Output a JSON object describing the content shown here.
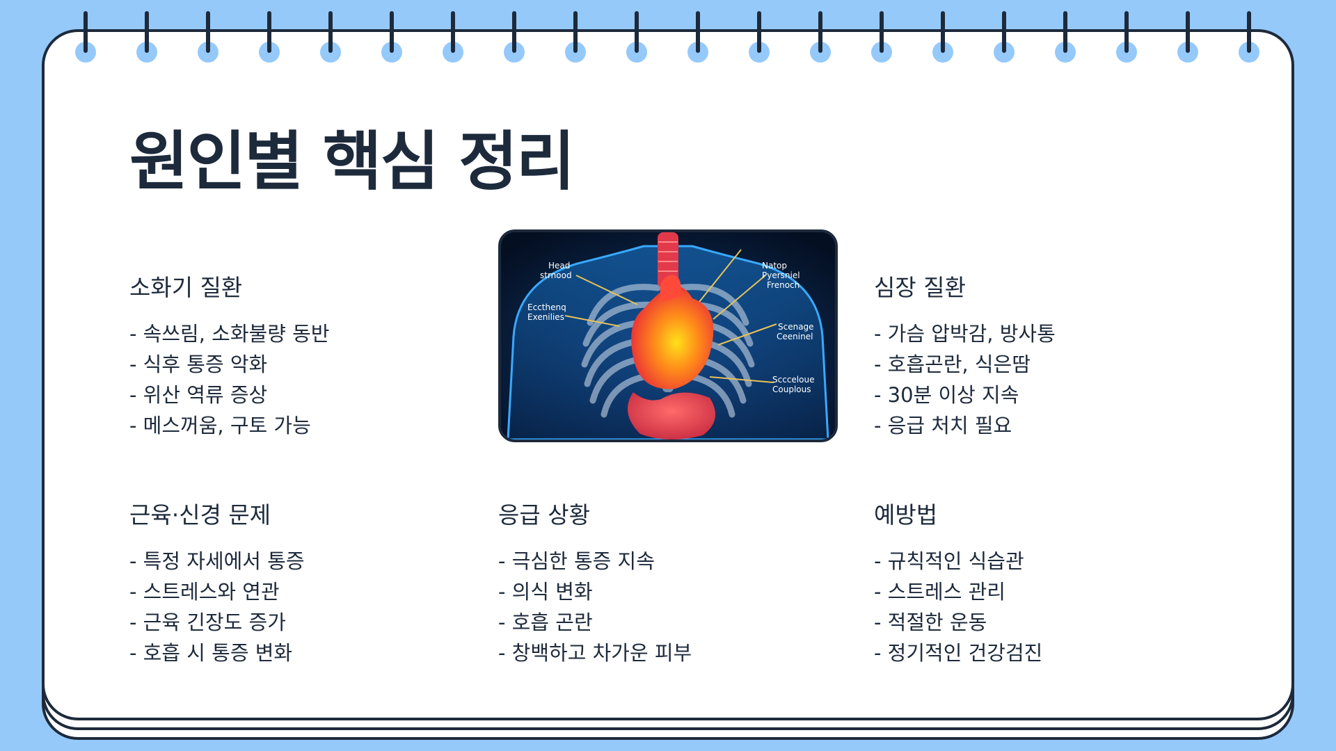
{
  "title": "원인별 핵심 정리",
  "sections": [
    {
      "heading": "소화기 질환",
      "items": [
        "- 속쓰림, 소화불량 동반",
        "- 식후 통증 악화",
        "- 위산 역류 증상",
        "- 메스꺼움, 구토 가능"
      ]
    },
    {
      "heading": "심장 질환",
      "items": [
        "- 가슴 압박감, 방사통",
        "- 호흡곤란, 식은땀",
        "- 30분 이상 지속",
        "- 응급 처치 필요"
      ]
    },
    {
      "heading": "근육·신경 문제",
      "items": [
        "- 특정 자세에서 통증",
        "- 스트레스와 연관",
        "- 근육 긴장도 증가",
        "- 호흡 시 통증 변화"
      ]
    },
    {
      "heading": "응급 상황",
      "items": [
        "- 극심한 통증 지속",
        "- 의식 변화",
        "- 호흡 곤란",
        "- 창백하고 차가운 피부"
      ]
    },
    {
      "heading": "예방법",
      "items": [
        "- 규칙적인 식습관",
        "- 스트레스 관리",
        "- 적절한 운동",
        "- 정기적인 건강검진"
      ]
    }
  ],
  "illustration": {
    "labels": [
      "Head strnood",
      "Eccthenq Exenilies",
      "Natop Pyersniel Frenoch",
      "Scenage Ceeninel",
      "Sccceloue Couplous"
    ]
  },
  "colors": {
    "background": "#95c9fa",
    "ink": "#1d2a3b",
    "page": "#ffffff"
  }
}
